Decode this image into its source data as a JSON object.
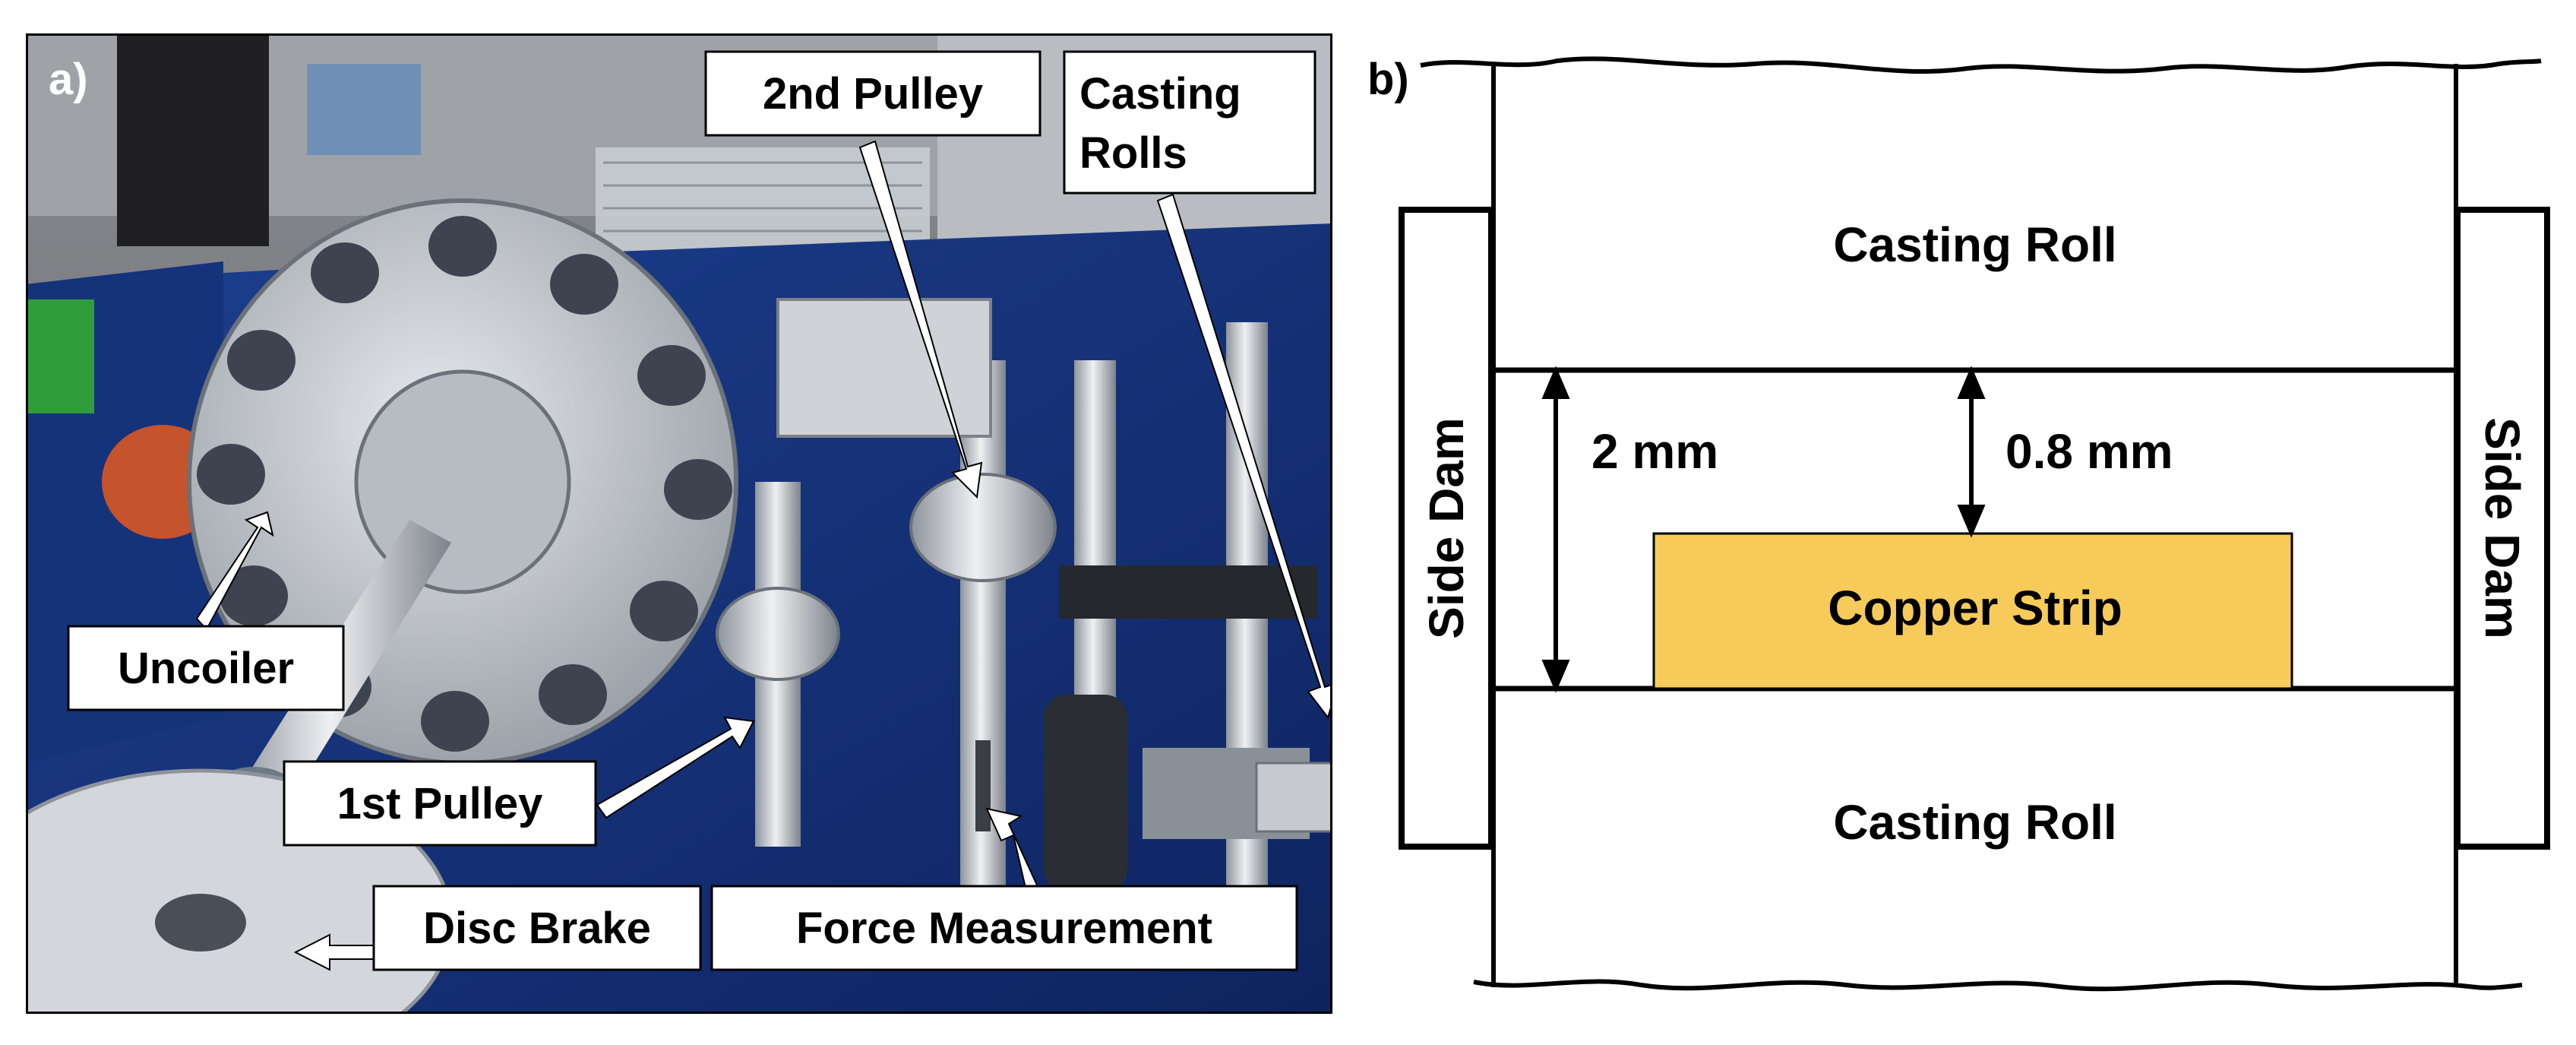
{
  "panel_a": {
    "label": "a)",
    "callouts": {
      "second_pulley": "2nd Pulley",
      "casting_rolls_line1": "Casting",
      "casting_rolls_line2": "Rolls",
      "uncoiler": "Uncoiler",
      "first_pulley": "1st Pulley",
      "disc_brake": "Disc Brake",
      "force_measurement": "Force Measurement"
    }
  },
  "panel_b": {
    "label": "b)",
    "casting_roll_top": "Casting Roll",
    "casting_roll_bottom": "Casting Roll",
    "side_dam_left": "Side Dam",
    "side_dam_right": "Side Dam",
    "gap_dimension": "2 mm",
    "clearance_dimension": "0.8 mm",
    "strip_label": "Copper Strip",
    "colors": {
      "strip_fill": "#F7CB5A",
      "line": "#000000"
    }
  }
}
